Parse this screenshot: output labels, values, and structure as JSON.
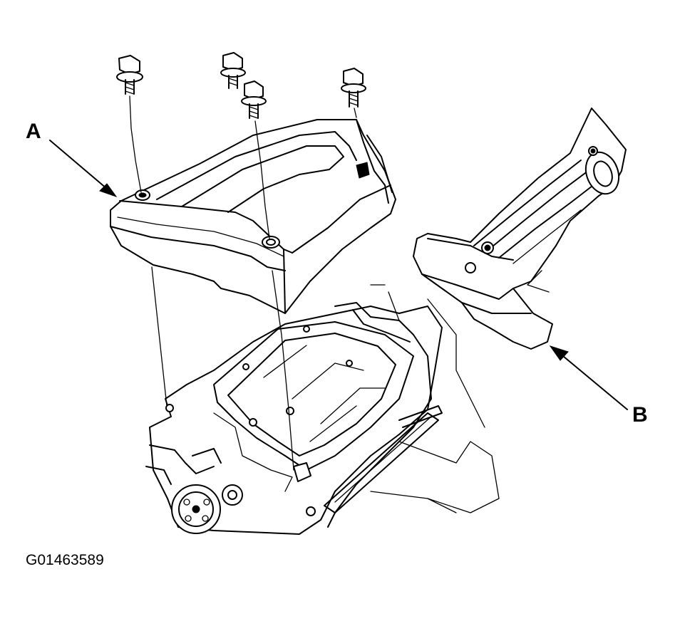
{
  "labels": {
    "part_a": "A",
    "part_b": "B"
  },
  "figure_id": "G01463589",
  "colors": {
    "line": "#000000",
    "background": "#ffffff"
  }
}
